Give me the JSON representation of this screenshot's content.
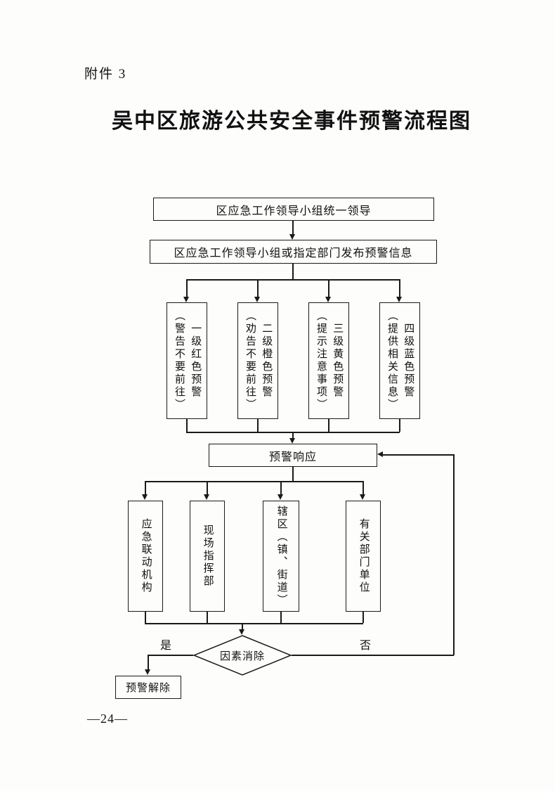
{
  "doc": {
    "attachment": "附件 3",
    "title": "吴中区旅游公共安全事件预警流程图",
    "page_number": "—24—"
  },
  "flow": {
    "lead_box": "区应急工作领导小组统一领导",
    "issue_box": "区应急工作领导小组或指定部门发布预警信息",
    "levels": [
      {
        "main": "一级红色预警",
        "note": "（警告不要前往）"
      },
      {
        "main": "二级橙色预警",
        "note": "（劝告不要前往）"
      },
      {
        "main": "三级黄色预警",
        "note": "（提示注意事项）"
      },
      {
        "main": "四级蓝色预警",
        "note": "（提供相关信息）"
      }
    ],
    "response": "预警响应",
    "units": [
      "应急联动机构",
      "现场指挥部",
      "辖区（镇、街道）",
      "有关部门单位"
    ],
    "decision": "因素消除",
    "yes_label": "是",
    "no_label": "否",
    "resolved_box": "预警解除"
  },
  "colors": {
    "ink": "#1a1a1a",
    "paper": "#fdfdfc"
  }
}
